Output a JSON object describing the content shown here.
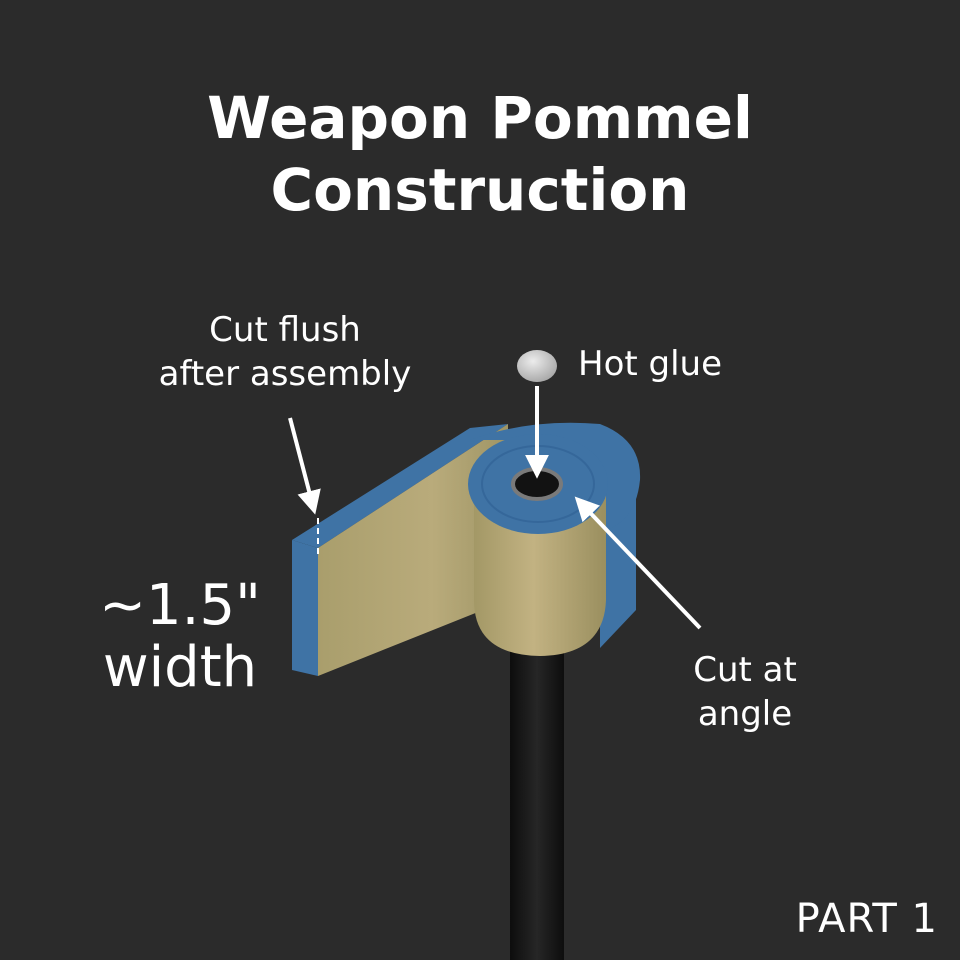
{
  "title": {
    "line1": "Weapon Pommel",
    "line2": "Construction"
  },
  "labels": {
    "cut_flush": {
      "line1": "Cut flush",
      "line2": "after assembly"
    },
    "hot_glue": "Hot glue",
    "cut_angle": {
      "line1": "Cut at",
      "line2": "angle"
    },
    "width": {
      "line1": "~1.5\"",
      "line2": "width"
    },
    "part": "PART 1"
  },
  "colors": {
    "background": "#2b2b2b",
    "foam_face": "#b7a877",
    "foam_edge": "#3f73a5",
    "core_rod": "#151515",
    "glue_dot": "#c9c9c9",
    "text": "#ffffff"
  }
}
